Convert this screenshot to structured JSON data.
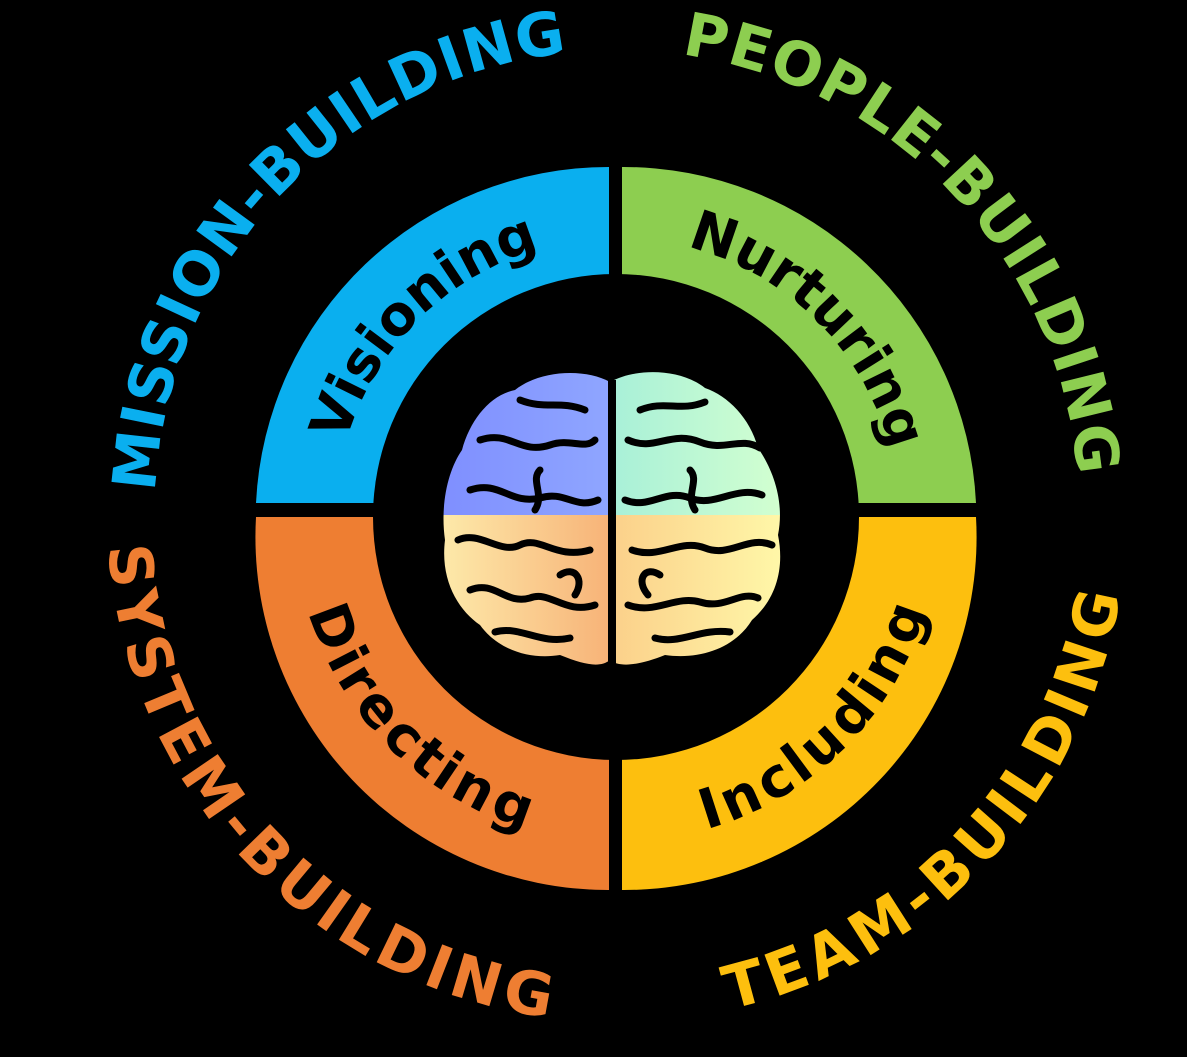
{
  "colors": {
    "background": "#000000",
    "mission": "#0AAFEF",
    "people": "#8DCE50",
    "system": "#EE7E32",
    "team": "#FDBF0E",
    "inner_text": "#000000"
  },
  "quadrants": [
    {
      "key": "mission",
      "inner": "Visioning",
      "outer": "MISSION-BUILDING",
      "color": "#0AAFEF"
    },
    {
      "key": "people",
      "inner": "Nurturing",
      "outer": "PEOPLE-BUILDING",
      "color": "#8DCE50"
    },
    {
      "key": "team",
      "inner": "Including",
      "outer": "TEAM-BUILDING",
      "color": "#FDBF0E"
    },
    {
      "key": "system",
      "inner": "Directing",
      "outer": "SYSTEM-BUILDING",
      "color": "#EE7E32"
    }
  ],
  "center": {
    "icon": "brain-icon"
  }
}
